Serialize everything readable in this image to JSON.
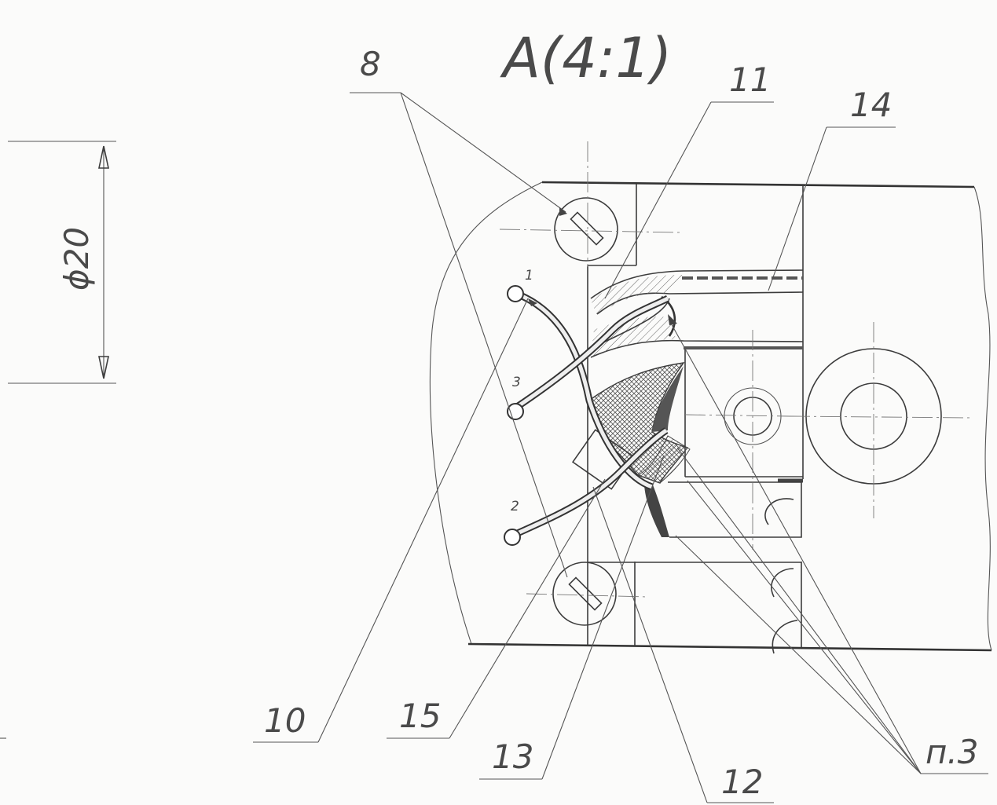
{
  "drawing": {
    "view_label": "A(4:1)",
    "dimension": "ϕ20",
    "callouts": {
      "c8": "8",
      "c11": "11",
      "c14": "14",
      "c10": "10",
      "c15": "15",
      "c13": "13",
      "c12": "12",
      "p3": "п.3"
    },
    "wire_numbers": {
      "w1": "1",
      "w2": "2",
      "w3": "3"
    }
  }
}
